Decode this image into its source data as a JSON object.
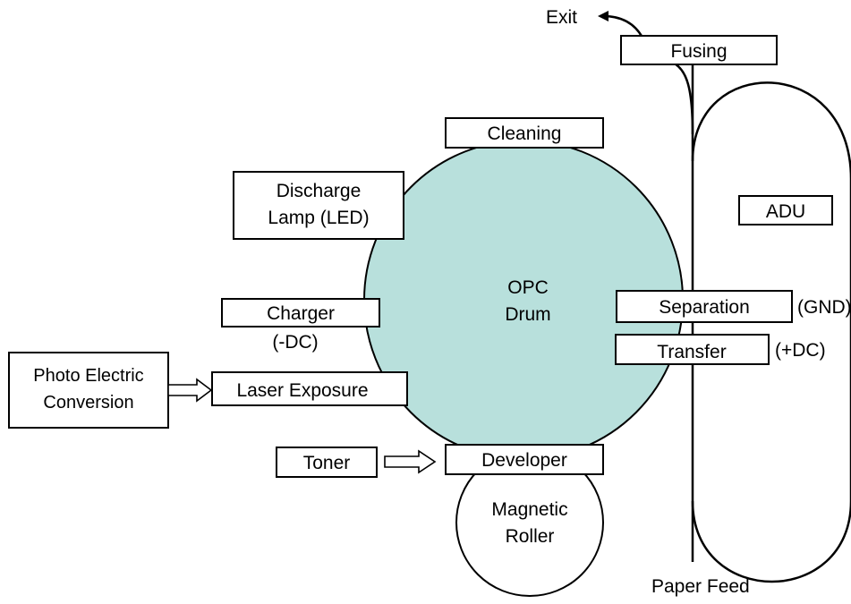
{
  "colors": {
    "drum_fill": "#b8e0dc",
    "stroke": "#000000",
    "background": "#ffffff"
  },
  "labels": {
    "exit": "Exit",
    "fusing": "Fusing",
    "cleaning": "Cleaning",
    "discharge_lamp_line1": "Discharge",
    "discharge_lamp_line2": "Lamp (LED)",
    "adu": "ADU",
    "drum_line1": "OPC",
    "drum_line2": "Drum",
    "charger": "Charger",
    "charger_voltage": "(-DC)",
    "separation": "Separation",
    "separation_voltage": "(GND)",
    "transfer": "Transfer",
    "transfer_voltage": "(+DC)",
    "photo_electric_line1": "Photo Electric",
    "photo_electric_line2": "Conversion",
    "laser_exposure": "Laser Exposure",
    "toner": "Toner",
    "developer": "Developer",
    "magnetic_roller_line1": "Magnetic",
    "magnetic_roller_line2": "Roller",
    "paper_feed": "Paper Feed"
  }
}
